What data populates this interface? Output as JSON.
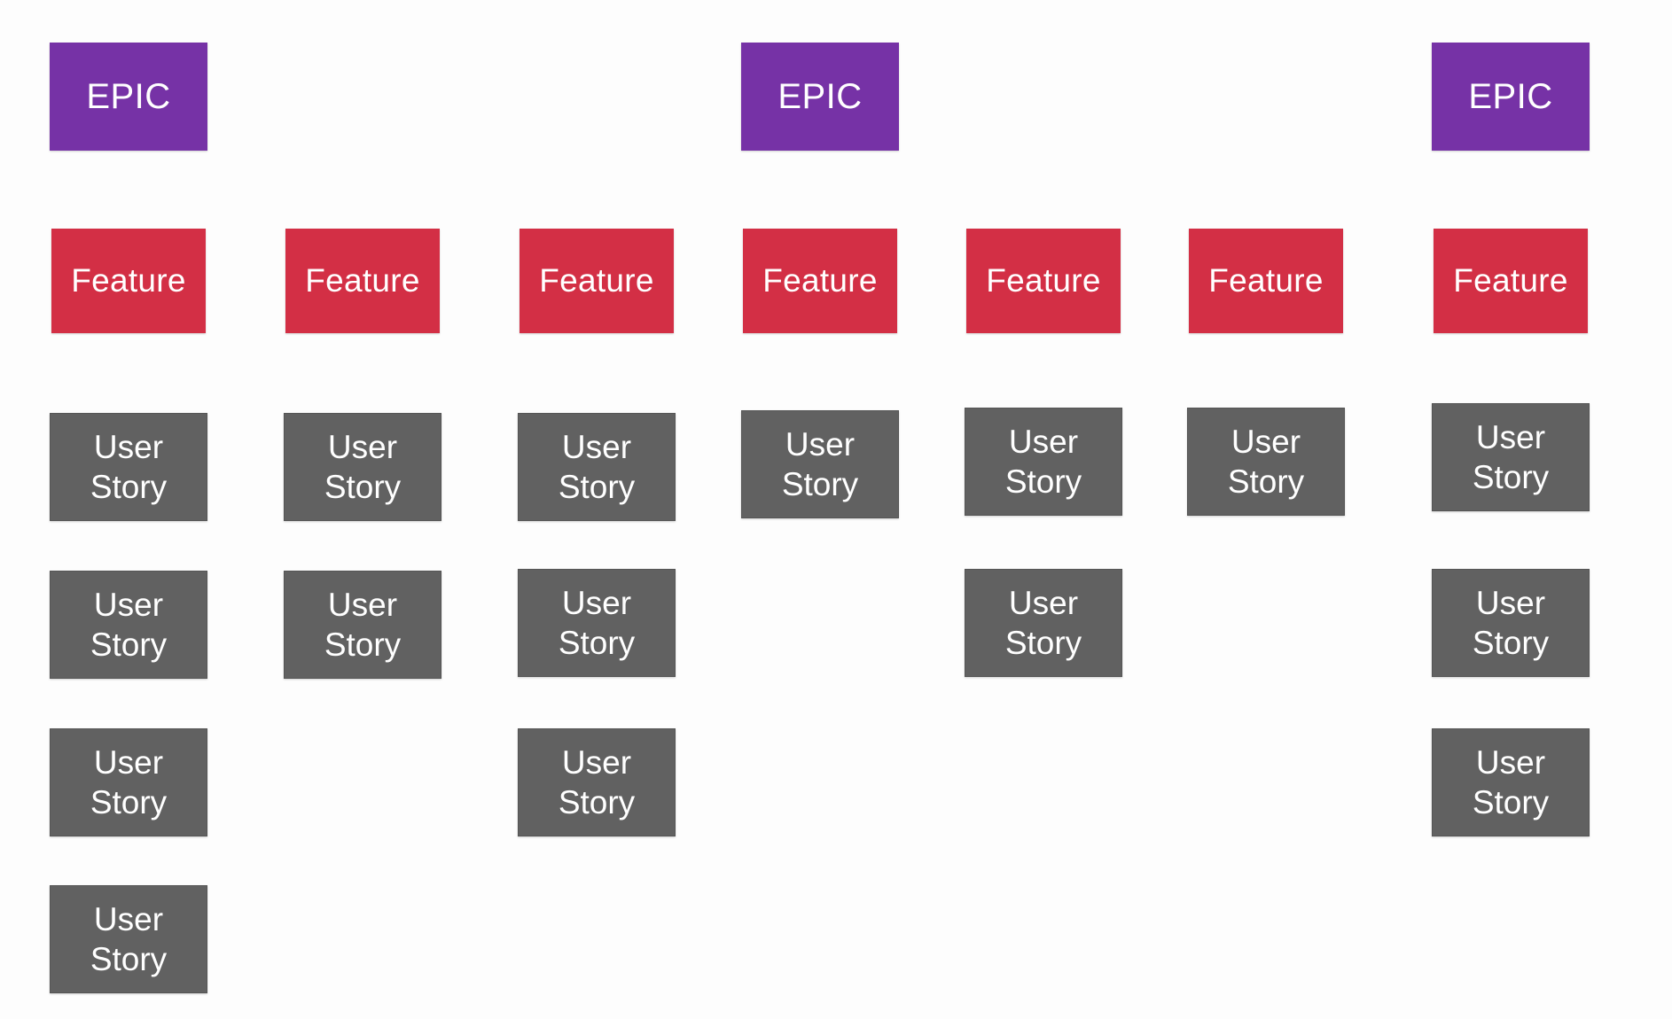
{
  "colors": {
    "epic": "#7632a6",
    "feature": "#d32f45",
    "story": "#616161"
  },
  "epics": [
    {
      "label": "EPIC"
    },
    {
      "label": "EPIC"
    },
    {
      "label": "EPIC"
    }
  ],
  "features": [
    {
      "label": "Feature"
    },
    {
      "label": "Feature"
    },
    {
      "label": "Feature"
    },
    {
      "label": "Feature"
    },
    {
      "label": "Feature"
    },
    {
      "label": "Feature"
    },
    {
      "label": "Feature"
    }
  ],
  "stories": [
    {
      "label": "User Story"
    },
    {
      "label": "User Story"
    },
    {
      "label": "User Story"
    },
    {
      "label": "User Story"
    },
    {
      "label": "User Story"
    },
    {
      "label": "User Story"
    },
    {
      "label": "User Story"
    },
    {
      "label": "User Story"
    },
    {
      "label": "User Story"
    },
    {
      "label": "User Story"
    },
    {
      "label": "User Story"
    },
    {
      "label": "User Story"
    },
    {
      "label": "User Story"
    },
    {
      "label": "User Story"
    },
    {
      "label": "User Story"
    },
    {
      "label": "User Story"
    }
  ]
}
